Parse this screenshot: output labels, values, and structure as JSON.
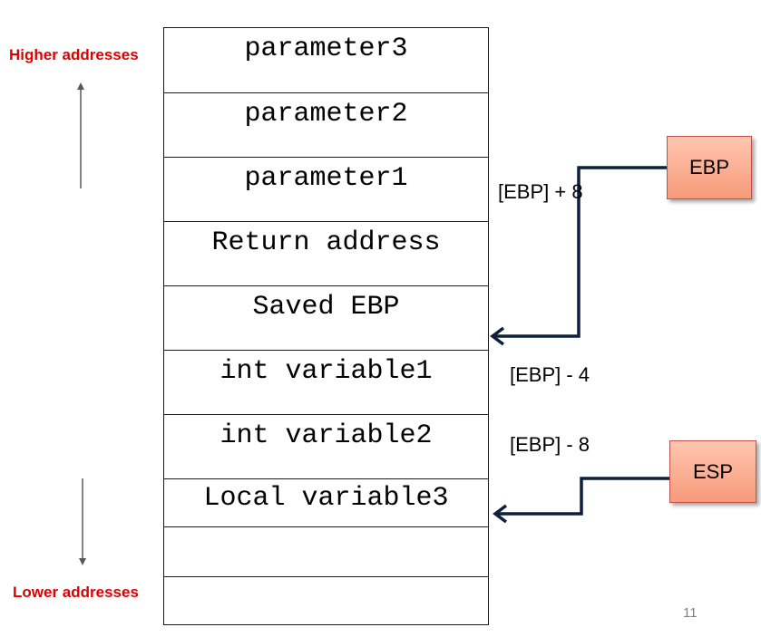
{
  "labels": {
    "higher": "Higher addresses",
    "lower": "Lower addresses"
  },
  "stack_cells": [
    "parameter3",
    "parameter2",
    "parameter1",
    "Return address",
    "Saved EBP",
    "int variable1",
    "int variable2",
    "Local variable3",
    "",
    ""
  ],
  "offsets": {
    "plus8": "[EBP] + 8",
    "minus4": "[EBP] - 4",
    "minus8": "[EBP] - 8"
  },
  "registers": {
    "ebp": "EBP",
    "esp": "ESP"
  },
  "page_number": "11",
  "colors": {
    "label_red": "#e00000",
    "arrow_navy": "#0f1f3d",
    "register_fill": "#f9a889"
  }
}
